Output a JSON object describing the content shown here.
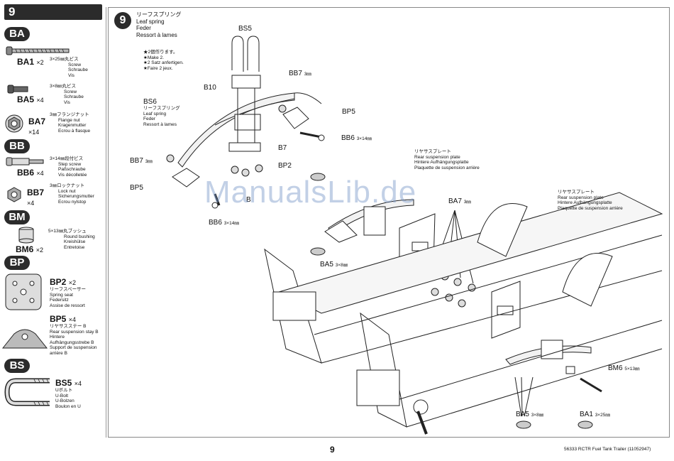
{
  "left_panel": {
    "step": "9",
    "bags": [
      {
        "code": "BA",
        "parts": [
          {
            "name": "BA1",
            "qty": "×2",
            "desc": [
              "3×25㎜丸ビス",
              "Screw",
              "Schraube",
              "Vis"
            ]
          },
          {
            "name": "BA5",
            "qty": "×4",
            "desc": [
              "3×8㎜丸ビス",
              "Screw",
              "Schraube",
              "Vis"
            ]
          },
          {
            "name": "BA7",
            "qty": "×14",
            "desc": [
              "3㎜フランジナット",
              "Flange nut",
              "Kragenmutter",
              "Ecrou à flasque"
            ]
          }
        ]
      },
      {
        "code": "BB",
        "parts": [
          {
            "name": "BB6",
            "qty": "×4",
            "desc": [
              "3×14㎜段付ビス",
              "Step screw",
              "Paßschraube",
              "Vis décolletée"
            ]
          },
          {
            "name": "BB7",
            "qty": "×4",
            "desc": [
              "3㎜ロックナット",
              "Lock nut",
              "Sicherungsmutter",
              "Ecrou nylstop"
            ]
          }
        ]
      },
      {
        "code": "BM",
        "parts": [
          {
            "name": "BM6",
            "qty": "×2",
            "desc": [
              "5×13㎜丸ブッシュ",
              "Round bushing",
              "Kreishülse",
              "Entretoise"
            ]
          }
        ]
      },
      {
        "code": "BP",
        "parts": [
          {
            "name": "BP2",
            "qty": "×2",
            "desc": [
              "リーフスペーサー",
              "Spring seat",
              "Federsitz",
              "Assise de ressort"
            ]
          },
          {
            "name": "BP5",
            "qty": "×4",
            "desc": [
              "リヤサスステー B",
              "Rear suspension stay B",
              "Hintere",
              "Aufhängungsstrebe B",
              "Support de suspension",
              "arrière B"
            ]
          }
        ]
      },
      {
        "code": "BS",
        "parts": [
          {
            "name": "BS5",
            "qty": "×4",
            "desc": [
              "Uボルト",
              "U-Bolt",
              "U-Bolzen",
              "Boulon en U"
            ]
          }
        ]
      }
    ]
  },
  "main": {
    "step": "9",
    "title": [
      "リーフスプリング",
      "Leaf spring",
      "Feder",
      "Ressort à lames"
    ],
    "make_note": [
      "★2個作ります。",
      "★Make 2.",
      "★2 Satz anfertigen.",
      "★Faire 2 jeux."
    ],
    "bs6_label": "BS6",
    "bs6_desc": [
      "リーフスプリング",
      "Leaf spring",
      "Feder",
      "Ressort à lames"
    ],
    "labels": {
      "bs5": "BS5",
      "b10": "B10",
      "bb7_top": "BB7",
      "bb7_top_size": "3㎜",
      "bp5_right": "BP5",
      "bb6_right": "BB6",
      "bb6_right_size": "3×14㎜",
      "b7": "B7",
      "bp2": "BP2",
      "bb7_left": "BB7",
      "bb7_left_size": "3㎜",
      "bp5_left": "BP5",
      "bb6_bottom": "BB6",
      "bb6_bottom_size": "3×14㎜",
      "b_partial": "B",
      "ba5_mid": "BA5",
      "ba5_mid_size": "3×8㎜",
      "bm6": "BM6",
      "bm6_size": "5×13㎜",
      "ba5_bottom": "BA5",
      "ba5_bottom_size": "3×8㎜",
      "ba1_bottom": "BA1",
      "ba1_bottom_size": "3×25㎜",
      "ba7_mid": "BA7",
      "ba7_mid_size": "3㎜"
    },
    "rear_plate_1": [
      "リヤサスプレート",
      "Rear suspension plate",
      "Hintere Aufhängungsplatte",
      "Plaquette de suspension arrière"
    ],
    "rear_plate_2": [
      "リヤサスプレート",
      "Rear suspension plate",
      "Hintere Aufhängungsplatte",
      "Plaquette de suspension arrière"
    ],
    "watermark": "ManualsLib.de"
  },
  "footer": {
    "page_number": "9",
    "reference": "56333 RCTR Fuel Tank Trailer (11052947)"
  }
}
